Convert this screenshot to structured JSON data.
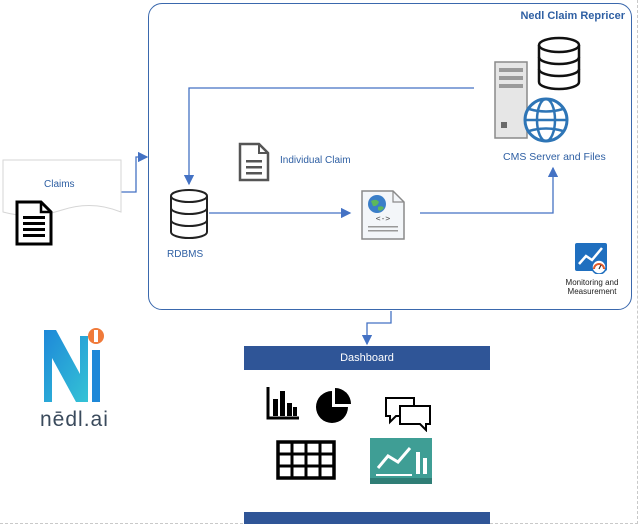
{
  "diagram": {
    "title": "Nedl Claim Repricer",
    "claims_label": "Claims",
    "rdbms_label": "RDBMS",
    "individual_claim_label": "Individual Claim",
    "cms_label": "CMS Server and Files",
    "monitoring_label_line1": "Monitoring and",
    "monitoring_label_line2": "Measurement",
    "dashboard_label": "Dashboard",
    "logo_text": "nēdl.ai"
  },
  "colors": {
    "accent_blue": "#2f5597",
    "line_blue": "#4472c4",
    "text_blue": "#2e5fa3",
    "logo_orange": "#f07a3a",
    "teal": "#3f9e95"
  },
  "icons": [
    "document-icon",
    "database-icon",
    "server-icon",
    "globe-icon",
    "webpage-icon",
    "monitoring-icon",
    "bar-chart-icon",
    "pie-chart-icon",
    "chat-icon",
    "table-icon",
    "analytics-icon"
  ]
}
